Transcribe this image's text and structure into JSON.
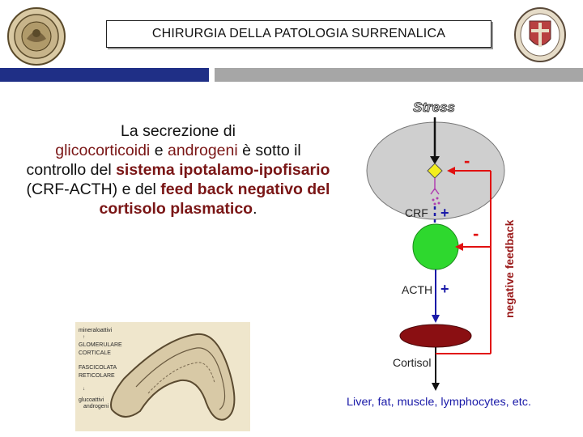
{
  "header": {
    "title": "CHIRURGIA DELLA PATOLOGIA SURRENALICA",
    "colors": {
      "bar_left": "#1f2f86",
      "bar_right": "#a6a6a6"
    }
  },
  "logos": {
    "left": "university-seal",
    "right": "university-crest"
  },
  "main_text": {
    "t1": "La secrezione di",
    "t2": "glicocorticoidi",
    "t3": " e ",
    "t4": "androgeni",
    "t5": " è sotto il controllo del ",
    "t6": "sistema ipotalamo-ipofisario",
    "t7": " (CRF-ACTH) e  del ",
    "t8": "feed back negativo del cortisolo plasmatico",
    "t9": "."
  },
  "anatomy": {
    "labels": [
      "mineraloattivi",
      "GLOMERULARE",
      "CORTICALE",
      "FASCICOLATA",
      "RETICOLARE",
      "glucoattivi",
      "androgeni"
    ]
  },
  "diagram": {
    "stress": "Stress",
    "crf": "CRF",
    "acth": "ACTH",
    "cortisol": "Cortisol",
    "plus": "+",
    "minus": "-",
    "feedback": "negative feedback",
    "targets": "Liver, fat, muscle, lymphocytes, etc.",
    "colors": {
      "hypothalamus": "#cfcfcf",
      "pituitary": "#2ed82e",
      "adrenal": "#8a0f12",
      "feedback_line": "#e11010",
      "diamond": "#f3ee1e",
      "plus": "#1a1aa8",
      "crf_dots": "#b040b0"
    }
  }
}
